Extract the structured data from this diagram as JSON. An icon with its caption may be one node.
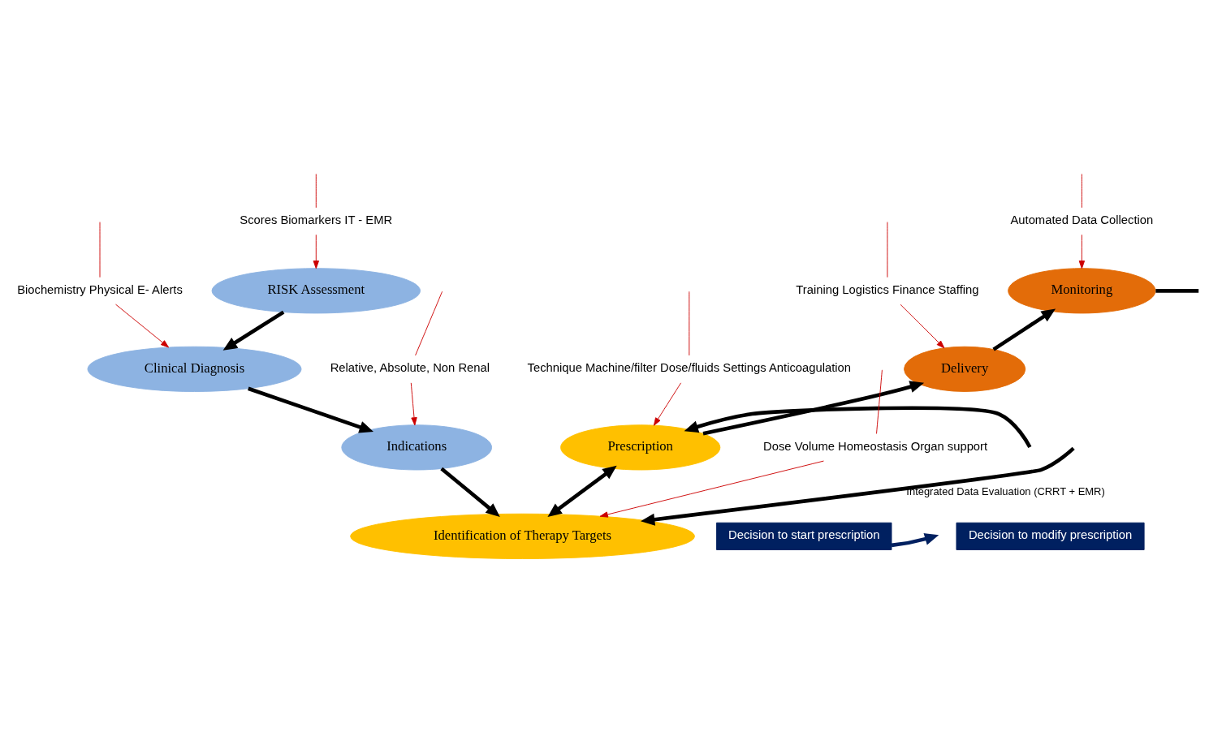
{
  "diagram": {
    "nodes": [
      {
        "text": [
          "RISK Assessment"
        ]
      },
      {
        "text": [
          "Clinical Diagnosis"
        ]
      },
      {
        "text": [
          "Indications"
        ]
      },
      {
        "text": [
          "Identification of Therapy Targets"
        ]
      },
      {
        "text": [
          "Prescription"
        ]
      },
      {
        "text": [
          "Delivery"
        ]
      },
      {
        "text": [
          "Monitoring"
        ]
      },
      {
        "text": [
          "Decision to start prescription"
        ]
      },
      {
        "text": [
          "Decision to modify prescription"
        ]
      },
      {
        "text": [
          "Scores Biomarkers IT - EMR"
        ]
      },
      {
        "text": [
          "Biochemistry Physical E- Alerts"
        ]
      },
      {
        "text": [
          "Relative, Absolute, Non Renal"
        ]
      },
      {
        "text": [
          "Dose Volume Homeostasis Organ support"
        ]
      },
      {
        "text": [
          "Technique Machine/filter Dose/fluids Settings Anticoagulation"
        ]
      },
      {
        "text": [
          "Training Logistics Finance Staffing"
        ]
      },
      {
        "text": [
          "Automated Data Collection"
        ]
      }
    ],
    "edges": [
      {
        "from": 0,
        "to": 1,
        "arrow": "to",
        "style": "thick",
        "color": "#000000"
      },
      {
        "from": 1,
        "to": 2,
        "arrow": "to",
        "style": "thick",
        "color": "#000000"
      },
      {
        "from": 2,
        "to": 3,
        "arrow": "to",
        "style": "thick",
        "color": "#000000"
      },
      {
        "from": 3,
        "to": 4,
        "arrow": "both",
        "style": "thick",
        "color": "#000000"
      },
      {
        "from": 4,
        "to": 5,
        "arrow": "to",
        "style": "thick",
        "color": "#000000"
      },
      {
        "from": 5,
        "to": 6,
        "arrow": "to",
        "style": "thick",
        "color": "#000000"
      },
      {
        "from": 6,
        "to": null,
        "arrow": "none",
        "style": "thick",
        "color": "#000000"
      },
      {
        "from": null,
        "to": 4,
        "arrow": "to",
        "style": "thick",
        "color": "#000000"
      },
      {
        "from": null,
        "to": 3,
        "arrow": "to",
        "label": "Integrated Data Evaluation (CRRT + EMR)",
        "style": "thick",
        "color": "#000000"
      },
      {
        "from": 7,
        "to": null,
        "arrow": "to",
        "style": "thick",
        "color": "#002060"
      },
      {
        "from": null,
        "to": 9,
        "arrow": "none"
      },
      {
        "from": null,
        "to": 10,
        "arrow": "none"
      },
      {
        "from": null,
        "to": 11,
        "arrow": "none"
      },
      {
        "from": null,
        "to": 12,
        "arrow": "none"
      },
      {
        "from": null,
        "to": 13,
        "arrow": "none"
      },
      {
        "from": null,
        "to": 14,
        "arrow": "none"
      },
      {
        "from": null,
        "to": 15,
        "arrow": "none"
      },
      {
        "from": 9,
        "to": 0,
        "arrow": "to"
      },
      {
        "from": 10,
        "to": 1,
        "arrow": "to"
      },
      {
        "from": 11,
        "to": 2,
        "arrow": "to"
      },
      {
        "from": 12,
        "to": 3,
        "arrow": "to"
      },
      {
        "from": 13,
        "to": 4,
        "arrow": "to"
      },
      {
        "from": 14,
        "to": 5,
        "arrow": "to"
      },
      {
        "from": 15,
        "to": 6,
        "arrow": "to"
      }
    ]
  }
}
